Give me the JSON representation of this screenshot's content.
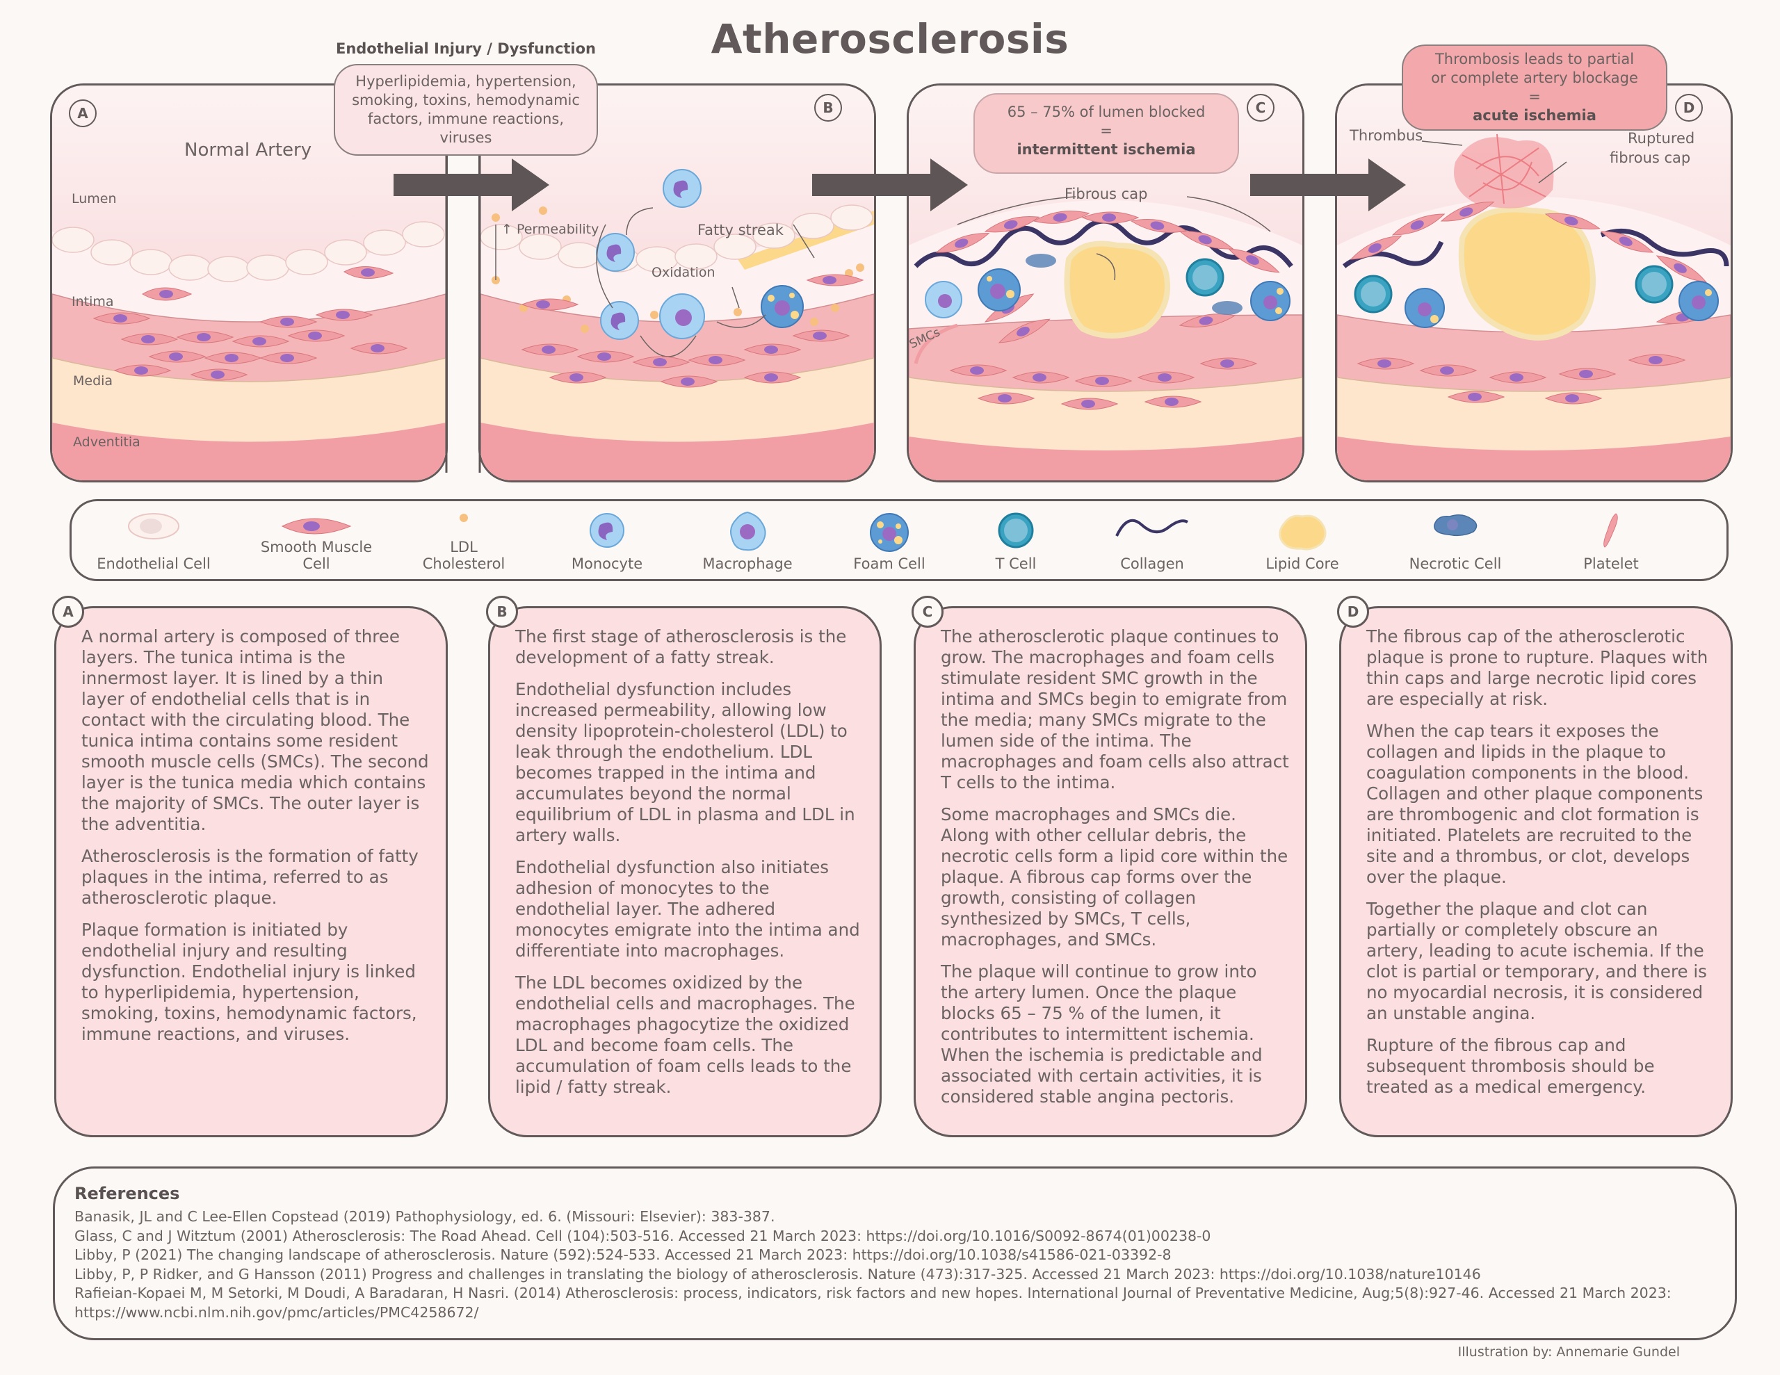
{
  "title": "Atherosclerosis",
  "injury_callout": {
    "heading": "Endothelial Injury / Dysfunction",
    "lines": [
      "Hyperlipidemia, hypertension,",
      "smoking, toxins, hemodynamic",
      "factors, immune reactions,",
      "viruses"
    ]
  },
  "colors": {
    "outline": "#625a5a",
    "lumen": "#f8d7da",
    "intima": "#fdf1f1",
    "media": "#f4b6b8",
    "adventitia": "#fde6cc",
    "smc": "#f09ea3",
    "nucleus": "#9b6bc4",
    "lipid": "#fcd98a",
    "tcell": "#3aa3c2",
    "collagen": "#3a3565",
    "text_box_fill": "#fbdfe1",
    "arrow": "#5e5656"
  },
  "panels": [
    {
      "id": "A",
      "title": "Normal Artery",
      "layer_labels": [
        "Lumen",
        "Intima",
        "Media",
        "Adventitia"
      ]
    },
    {
      "id": "B",
      "annotations": [
        "↑ Permeability",
        "Fatty streak",
        "Oxidation"
      ]
    },
    {
      "id": "C",
      "callout": {
        "line1": "65 – 75% of lumen blocked",
        "line2": "=",
        "line3": "intermittent ischemia"
      },
      "annotations": [
        "Fibrous cap",
        "SMCs"
      ]
    },
    {
      "id": "D",
      "callout": {
        "line1": "Thrombosis leads to partial",
        "line2": "or complete artery blockage",
        "line3": "=",
        "line4": "acute ischemia"
      },
      "annotations": [
        "Thrombus",
        "Ruptured",
        "fibrous cap"
      ]
    }
  ],
  "legend": [
    {
      "icon": "endothelial-cell-icon",
      "label": "Endothelial Cell"
    },
    {
      "icon": "smooth-muscle-cell-icon",
      "label": "Smooth Muscle Cell"
    },
    {
      "icon": "ldl-cholesterol-icon",
      "label": "LDL\nCholesterol",
      "label1": "LDL",
      "label2": "Cholesterol"
    },
    {
      "icon": "monocyte-icon",
      "label": "Monocyte"
    },
    {
      "icon": "macrophage-icon",
      "label": "Macrophage"
    },
    {
      "icon": "foam-cell-icon",
      "label": "Foam Cell"
    },
    {
      "icon": "t-cell-icon",
      "label": "T Cell"
    },
    {
      "icon": "collagen-icon",
      "label": "Collagen"
    },
    {
      "icon": "lipid-core-icon",
      "label": "Lipid Core"
    },
    {
      "icon": "necrotic-cell-icon",
      "label": "Necrotic Cell"
    },
    {
      "icon": "platelet-icon",
      "label": "Platelet"
    }
  ],
  "descriptions": [
    {
      "id": "A",
      "paragraphs": [
        "A normal artery is composed of three layers.  The tunica intima is the innermost layer.  It is lined by a thin layer of endothelial cells that is in contact with the circulating blood.  The tunica intima contains some resident smooth muscle cells (SMCs).  The second layer is the tunica media which contains the majority of SMCs.  The outer layer is the adventitia.",
        "Atherosclerosis is the formation of fatty plaques in the intima, referred to as atherosclerotic plaque.",
        "Plaque formation is initiated by endothelial injury and resulting dysfunction.  Endothelial injury is linked to hyperlipidemia, hypertension, smoking, toxins, hemodynamic factors, immune reactions, and viruses."
      ]
    },
    {
      "id": "B",
      "paragraphs": [
        "The first stage of atherosclerosis is the development of a fatty streak.",
        "Endothelial dysfunction includes increased permeability, allowing low density lipoprotein-cholesterol (LDL) to leak through the endothelium.  LDL becomes trapped in the intima and accumulates beyond the normal equilibrium of LDL in plasma and LDL in artery walls.",
        "Endothelial dysfunction also initiates adhesion of monocytes to the endothelial layer.  The adhered monocytes emigrate into the intima and differentiate into macrophages.",
        "The LDL becomes oxidized by the endothelial cells and macrophages.  The macrophages phagocytize the oxidized LDL and become foam cells.  The accumulation of foam cells leads to the lipid / fatty streak."
      ]
    },
    {
      "id": "C",
      "paragraphs": [
        "The atherosclerotic plaque continues to grow.  The macrophages and foam cells stimulate resident SMC growth in the intima and SMCs begin to emigrate from the media; many SMCs migrate to the lumen side of the intima.  The macrophages and foam cells also attract T cells to the intima.",
        "Some macrophages and SMCs die.  Along with other cellular debris, the necrotic cells form a lipid core within the plaque.  A fibrous cap forms over the growth, consisting of collagen synthesized by SMCs, T cells, macrophages, and SMCs.",
        "The plaque will continue to grow into the artery lumen.  Once the plaque blocks 65 – 75 % of the lumen, it contributes to intermittent ischemia.  When the ischemia is predictable and associated with certain activities, it is considered stable angina pectoris."
      ]
    },
    {
      "id": "D",
      "paragraphs": [
        "The fibrous cap of the atherosclerotic plaque is prone to rupture.  Plaques with thin caps and large necrotic lipid cores are especially at risk.",
        "When the cap tears it exposes the collagen and lipids in the plaque to coagulation components in the blood.  Collagen and other plaque components are thrombogenic and clot formation is initiated.  Platelets are recruited to the site and a thrombus, or clot, develops over the plaque.",
        "Together the plaque and clot can partially or completely obscure an artery, leading to acute ischemia.  If the clot is partial or temporary, and there is no myocardial necrosis, it is considered an unstable angina.",
        "Rupture of the fibrous cap and subsequent thrombosis should be treated as a medical emergency."
      ]
    }
  ],
  "references": {
    "heading": "References",
    "items": [
      "Banasik, JL and C Lee-Ellen Copstead (2019) Pathophysiology, ed. 6. (Missouri: Elsevier): 383-387.",
      "Glass, C and J Witztum (2001) Atherosclerosis: The Road Ahead. Cell (104):503-516. Accessed 21 March 2023: https://doi.org/10.1016/S0092-8674(01)00238-0",
      "Libby, P (2021) The changing landscape of atherosclerosis. Nature (592):524-533. Accessed 21 March 2023: https://doi.org/10.1038/s41586-021-03392-8",
      "Libby, P, P Ridker, and G Hansson (2011) Progress and challenges in translating the biology of atherosclerosis. Nature (473):317-325. Accessed 21 March 2023: https://doi.org/10.1038/nature10146",
      "Rafieian-Kopaei M, M Setorki, M Doudi, A Baradaran, H Nasri. (2014) Atherosclerosis: process, indicators, risk factors and new hopes. International Journal of Preventative Medicine, Aug;5(8):927-46. Accessed 21 March 2023: https://www.ncbi.nlm.nih.gov/pmc/articles/PMC4258672/"
    ]
  },
  "credit": "Illustration by: Annemarie Gundel"
}
